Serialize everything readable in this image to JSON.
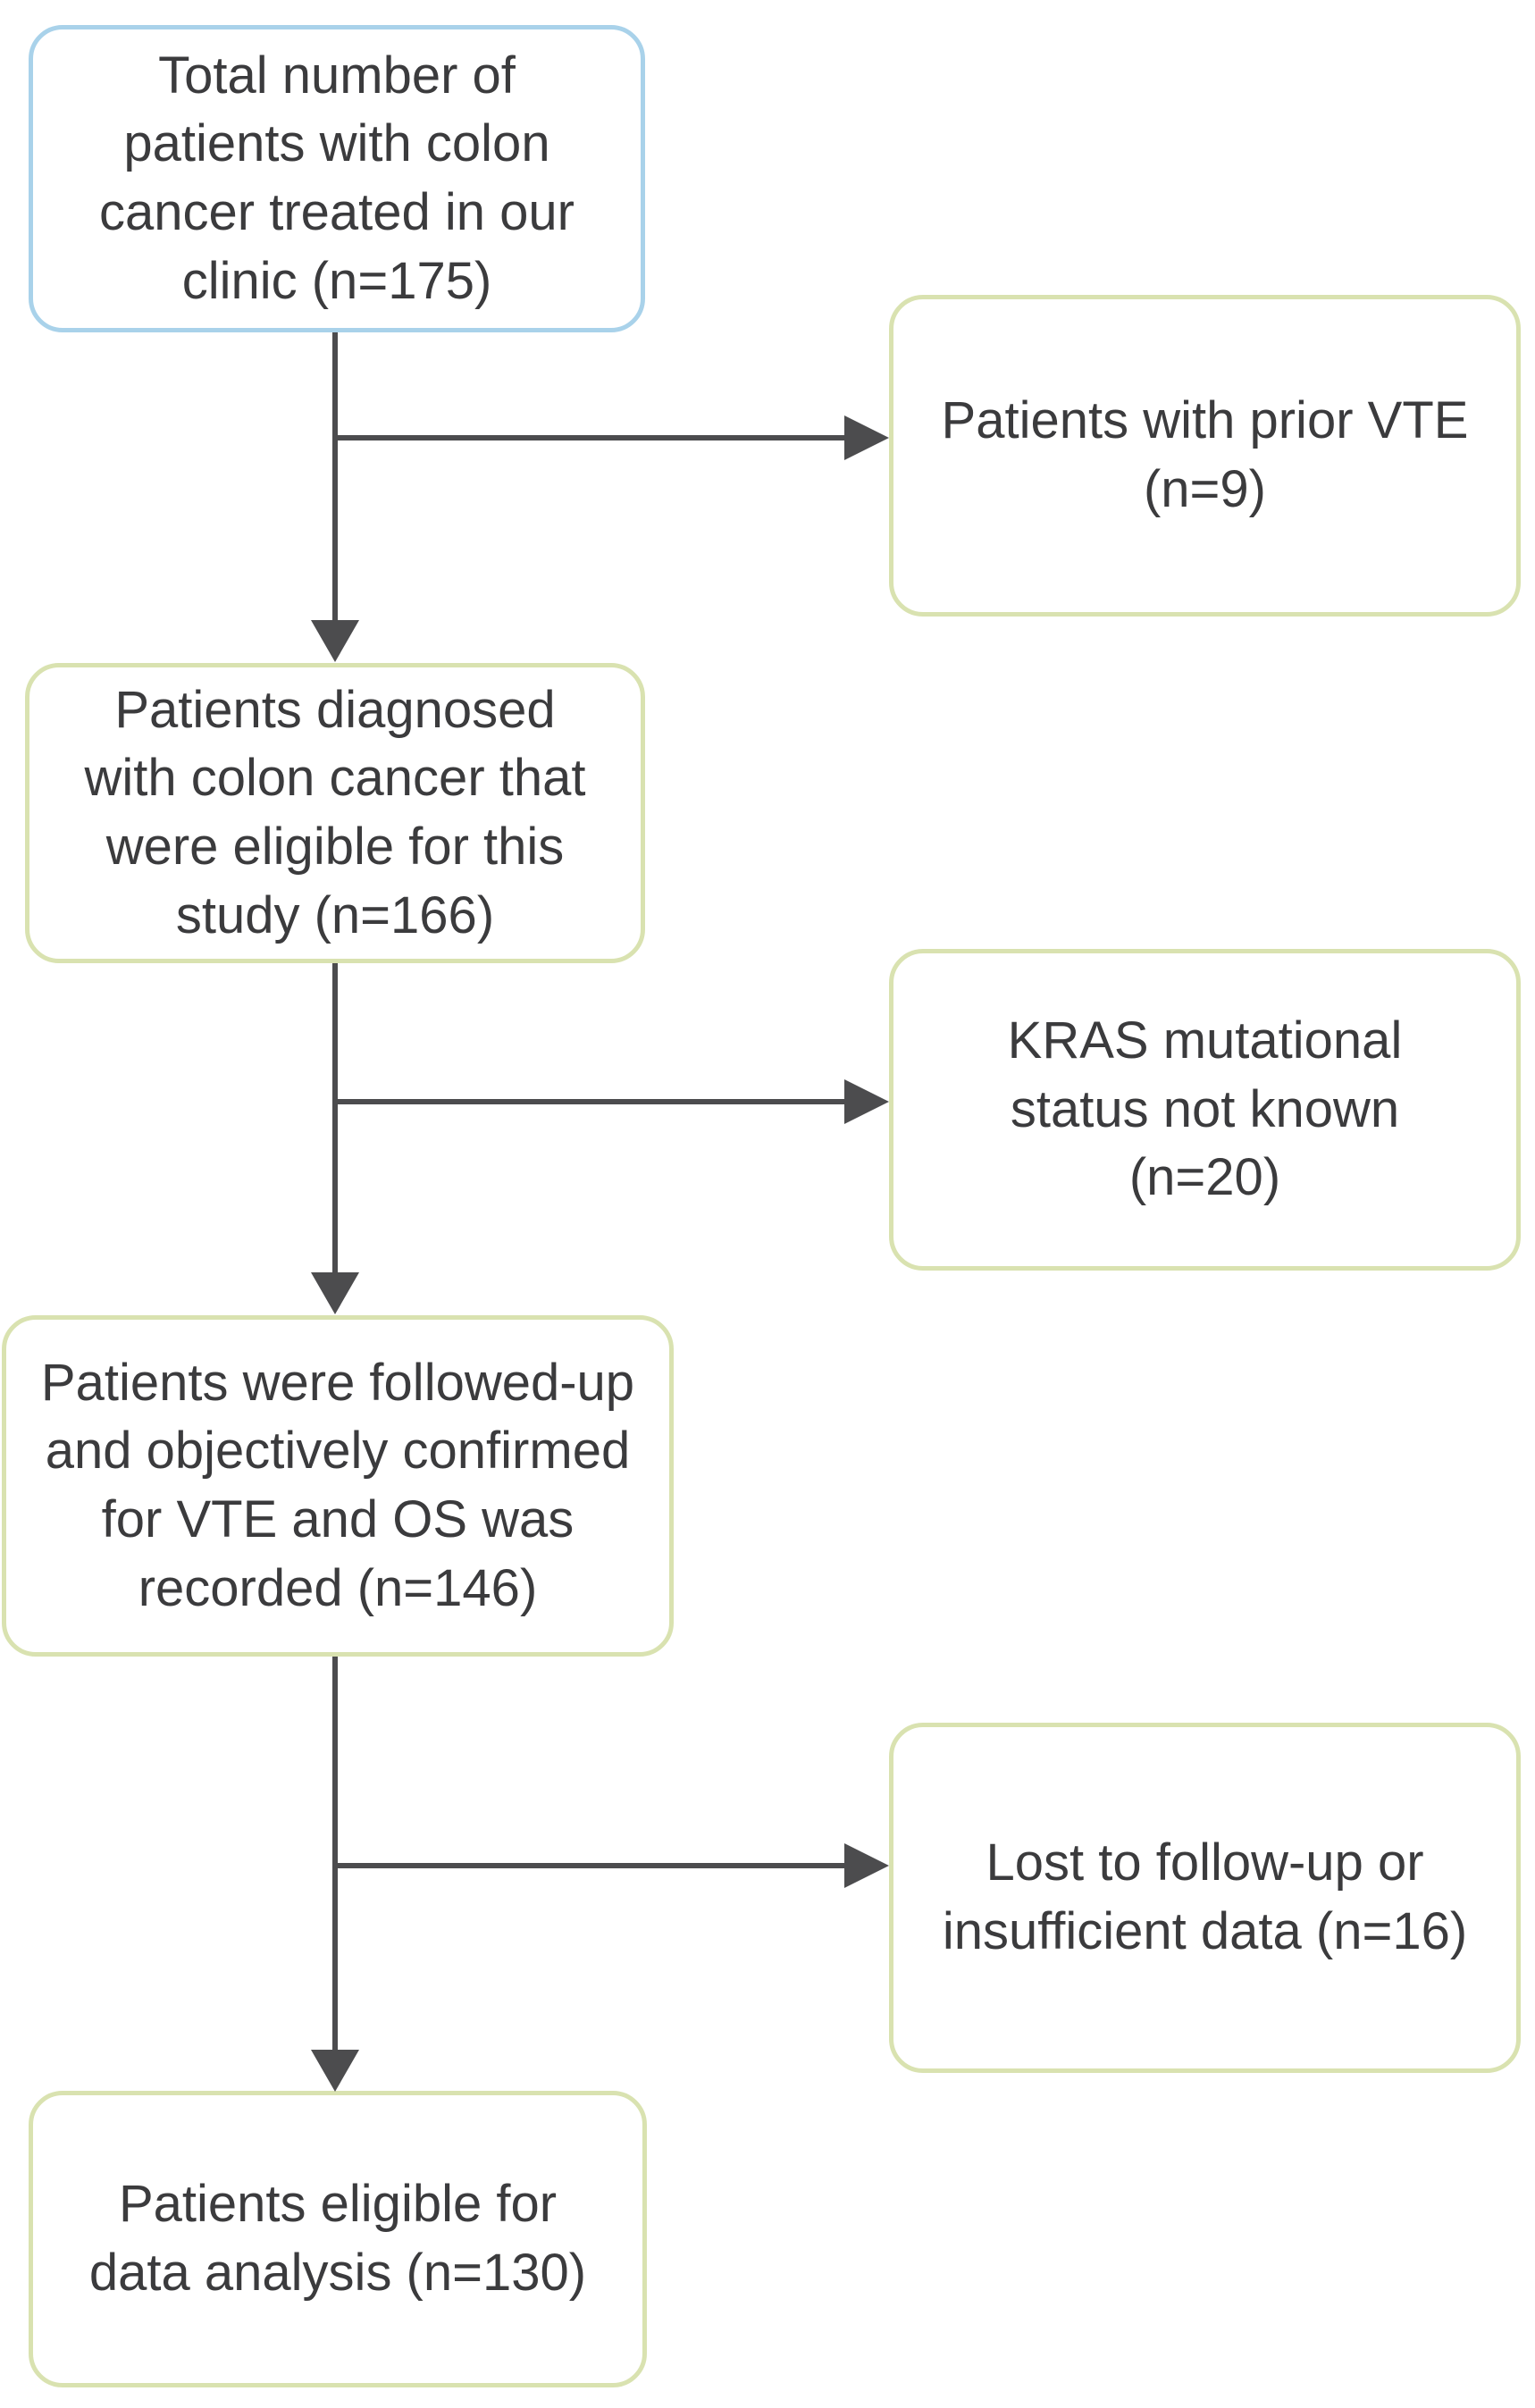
{
  "colors": {
    "background": "#ffffff",
    "highlight_box_border": "#a9d2ea",
    "box_border": "#d9e2b0",
    "connector": "#4c4c4e",
    "text": "#3b3b3d"
  },
  "nodes": {
    "total": {
      "label": "Total number of\npatients with colon\ncancer treated in our\nclinic (n=175)",
      "n": 175
    },
    "prior_vte": {
      "label": "Patients with prior VTE\n(n=9)",
      "n": 9
    },
    "eligible": {
      "label": "Patients diagnosed\nwith colon cancer that\nwere eligible for this\nstudy (n=166)",
      "n": 166
    },
    "kras_unknown": {
      "label": "KRAS mutational\nstatus not known\n(n=20)",
      "n": 20
    },
    "followed_up": {
      "label": "Patients were followed-up\nand objectively confirmed\nfor VTE and OS was\nrecorded (n=146)",
      "n": 146
    },
    "lost_followup": {
      "label": "Lost to follow-up or\ninsufficient data (n=16)",
      "n": 16
    },
    "final_analysis": {
      "label": "Patients eligible for\ndata analysis (n=130)",
      "n": 130
    }
  },
  "edges": [
    {
      "from": "total",
      "to": "eligible",
      "type": "main"
    },
    {
      "from": "total",
      "to": "prior_vte",
      "type": "exclusion"
    },
    {
      "from": "eligible",
      "to": "followed_up",
      "type": "main"
    },
    {
      "from": "eligible",
      "to": "kras_unknown",
      "type": "exclusion"
    },
    {
      "from": "followed_up",
      "to": "final_analysis",
      "type": "main"
    },
    {
      "from": "followed_up",
      "to": "lost_followup",
      "type": "exclusion"
    }
  ]
}
